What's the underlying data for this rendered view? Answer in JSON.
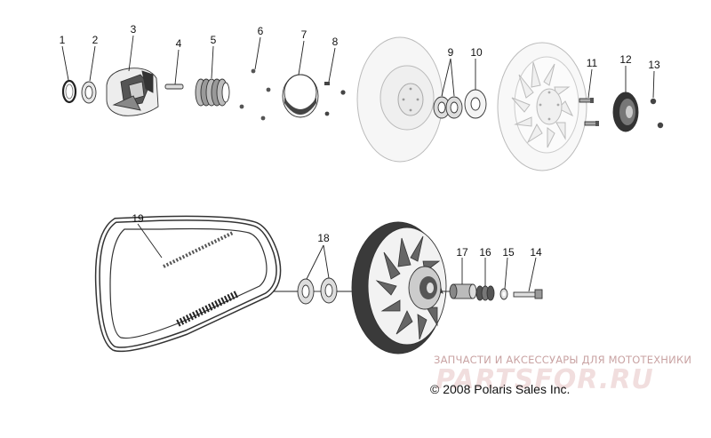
{
  "callouts": {
    "c1": "1",
    "c2": "2",
    "c3": "3",
    "c4": "4",
    "c5": "5",
    "c6": "6",
    "c7": "7",
    "c8": "8",
    "c9": "9",
    "c10": "10",
    "c11": "11",
    "c12": "12",
    "c13": "13",
    "c14": "14",
    "c15": "15",
    "c16": "16",
    "c17": "17",
    "c18": "18",
    "c19": "19"
  },
  "watermark": {
    "tagline": "ЗАПЧАСТИ И АКСЕССУАРЫ ДЛЯ МОТОТЕХНИКИ",
    "brand": "PARTSFOR.RU"
  },
  "copyright": "© 2008 Polaris Sales Inc."
}
